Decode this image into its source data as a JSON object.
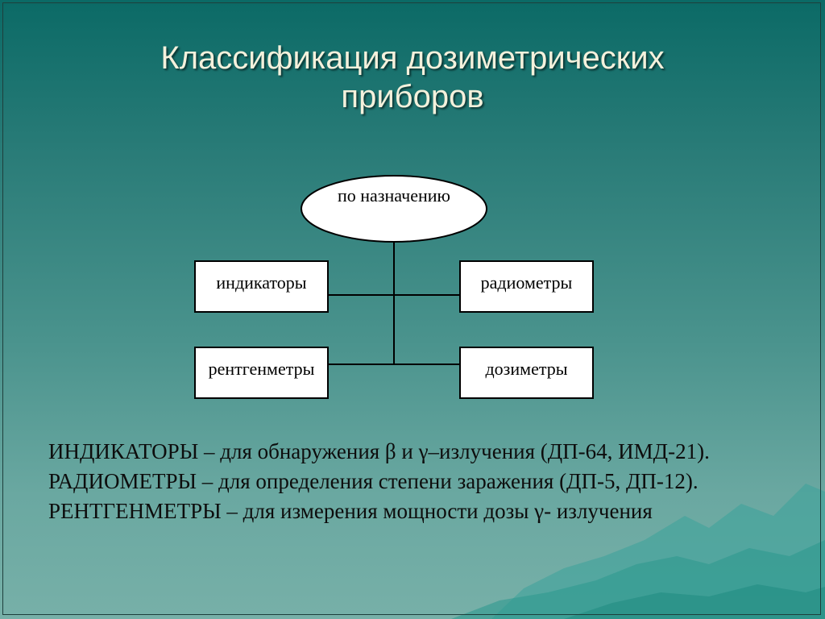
{
  "slide": {
    "title_line1": "Классификация дозиметрических",
    "title_line2": "приборов"
  },
  "diagram": {
    "root": "по назначению",
    "nodes": {
      "top_left": "индикаторы",
      "top_right": "радиометры",
      "bottom_left": "рентгенметры",
      "bottom_right": "дозиметры"
    }
  },
  "description": {
    "line1": "ИНДИКАТОРЫ – для обнаружения β и γ–излучения (ДП-64, ИМД-21).",
    "line2": "РАДИОМЕТРЫ – для определения степени заражения (ДП-5, ДП-12).",
    "line3": "РЕНТГЕНМЕТРЫ – для измерения мощности дозы γ- излучения"
  },
  "colors": {
    "background_top": "#0b6a66",
    "background_bottom": "#77b0a8",
    "title": "#f4f1dc",
    "box_fill": "#ffffff",
    "line": "#000000"
  }
}
